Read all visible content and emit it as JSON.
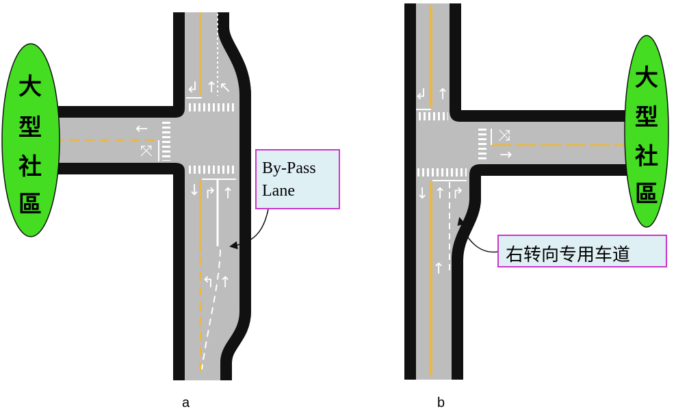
{
  "colors": {
    "community_fill": "#44dd22",
    "road": "#bdbdbd",
    "center_line": "#e8b84a",
    "callout_border": "#cc33cc",
    "callout_fill": "#dff0f5"
  },
  "panel_a": {
    "community_label": [
      "大",
      "型",
      "社",
      "區"
    ],
    "callout": [
      "By-Pass",
      "Lane"
    ],
    "caption": "a"
  },
  "panel_b": {
    "community_label": [
      "大",
      "型",
      "社",
      "區"
    ],
    "callout": "右转向专用车道",
    "caption": "b"
  }
}
